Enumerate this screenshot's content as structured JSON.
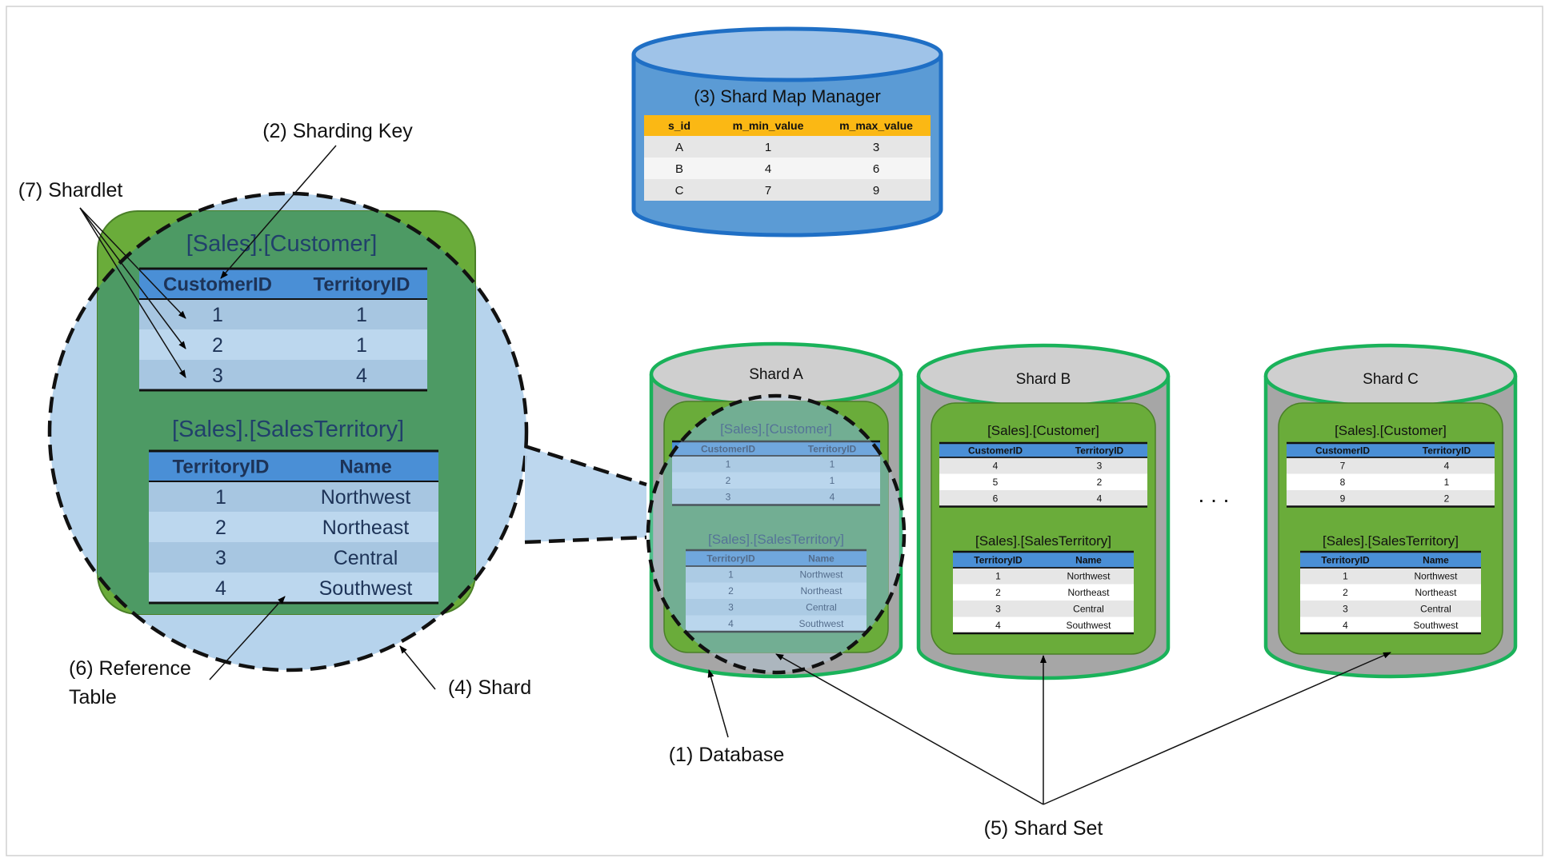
{
  "labels": {
    "sharding_key": "(2) Sharding Key",
    "shardlet": "(7) Shardlet",
    "reference_table": [
      "(6) Reference",
      "Table"
    ],
    "shard": "(4) Shard",
    "database": "(1) Database",
    "shard_set": "(5) Shard Set",
    "ellipsis": ". . ."
  },
  "shard_map_manager": {
    "title": "(3) Shard Map Manager",
    "headers": [
      "s_id",
      "m_min_value",
      "m_max_value"
    ],
    "rows": [
      [
        "A",
        "1",
        "3"
      ],
      [
        "B",
        "4",
        "6"
      ],
      [
        "C",
        "7",
        "9"
      ]
    ]
  },
  "zoom": {
    "customer_title": "[Sales].[Customer]",
    "customer_headers": [
      "CustomerID",
      "TerritoryID"
    ],
    "customer_rows": [
      [
        "1",
        "1"
      ],
      [
        "2",
        "1"
      ],
      [
        "3",
        "4"
      ]
    ],
    "territory_title": "[Sales].[SalesTerritory]",
    "territory_headers": [
      "TerritoryID",
      "Name"
    ],
    "territory_rows": [
      [
        "1",
        "Northwest"
      ],
      [
        "2",
        "Northeast"
      ],
      [
        "3",
        "Central"
      ],
      [
        "4",
        "Southwest"
      ]
    ]
  },
  "shards": [
    {
      "name": "Shard A",
      "customer_title": "[Sales].[Customer]",
      "customer_headers": [
        "CustomerID",
        "TerritoryID"
      ],
      "customer_rows": [
        [
          "1",
          "1"
        ],
        [
          "2",
          "1"
        ],
        [
          "3",
          "4"
        ]
      ],
      "territory_title": "[Sales].[SalesTerritory]",
      "territory_headers": [
        "TerritoryID",
        "Name"
      ],
      "territory_rows": [
        [
          "1",
          "Northwest"
        ],
        [
          "2",
          "Northeast"
        ],
        [
          "3",
          "Central"
        ],
        [
          "4",
          "Southwest"
        ]
      ]
    },
    {
      "name": "Shard B",
      "customer_title": "[Sales].[Customer]",
      "customer_headers": [
        "CustomerID",
        "TerritoryID"
      ],
      "customer_rows": [
        [
          "4",
          "3"
        ],
        [
          "5",
          "2"
        ],
        [
          "6",
          "4"
        ]
      ],
      "territory_title": "[Sales].[SalesTerritory]",
      "territory_headers": [
        "TerritoryID",
        "Name"
      ],
      "territory_rows": [
        [
          "1",
          "Northwest"
        ],
        [
          "2",
          "Northeast"
        ],
        [
          "3",
          "Central"
        ],
        [
          "4",
          "Southwest"
        ]
      ]
    },
    {
      "name": "Shard C",
      "customer_title": "[Sales].[Customer]",
      "customer_headers": [
        "CustomerID",
        "TerritoryID"
      ],
      "customer_rows": [
        [
          "7",
          "4"
        ],
        [
          "8",
          "1"
        ],
        [
          "9",
          "2"
        ]
      ],
      "territory_title": "[Sales].[SalesTerritory]",
      "territory_headers": [
        "TerritoryID",
        "Name"
      ],
      "territory_rows": [
        [
          "1",
          "Northwest"
        ],
        [
          "2",
          "Northeast"
        ],
        [
          "3",
          "Central"
        ],
        [
          "4",
          "Southwest"
        ]
      ]
    }
  ],
  "colors": {
    "table_header": "#4a8fd6",
    "table_row_dark": "#a7c6e1",
    "table_row_light": "#bcd7ee",
    "shard_green": "#6aac3a",
    "shard_cylinder_border": "#1ab25a",
    "smm_blue": "#5b9bd5",
    "smm_header": "#fbb814",
    "zoom_fill": "#b6d3ec"
  }
}
